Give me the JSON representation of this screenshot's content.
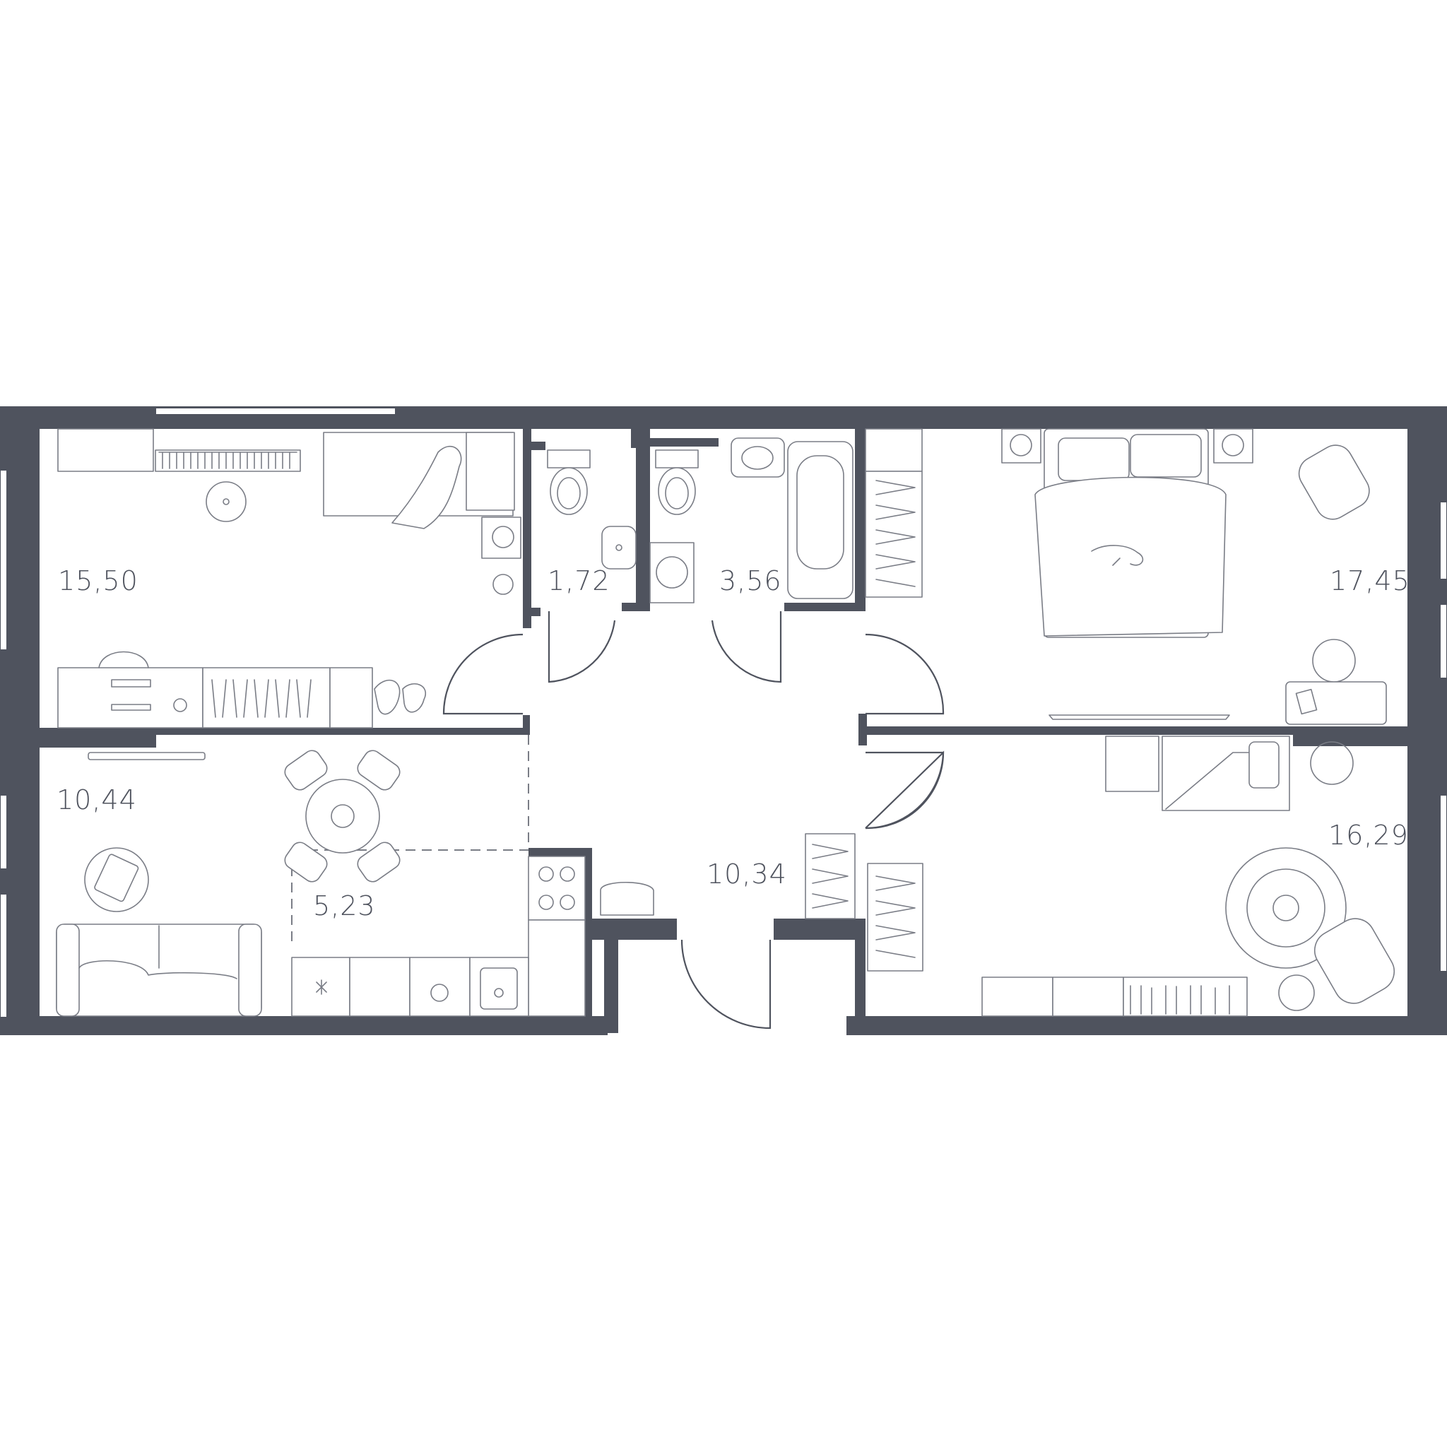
{
  "colors": {
    "wall": "#4f535e",
    "furniture_stroke": "#7a7d86",
    "background": "#ffffff"
  },
  "rooms": [
    {
      "id": "bedroom-left",
      "area": "15,50"
    },
    {
      "id": "wc",
      "area": "1,72"
    },
    {
      "id": "bathroom",
      "area": "3,56"
    },
    {
      "id": "bedroom-right",
      "area": "17,45"
    },
    {
      "id": "living-room",
      "area": "10,44"
    },
    {
      "id": "kitchen",
      "area": "5,23"
    },
    {
      "id": "hallway",
      "area": "10,34"
    },
    {
      "id": "kids-room",
      "area": "16,29"
    }
  ]
}
